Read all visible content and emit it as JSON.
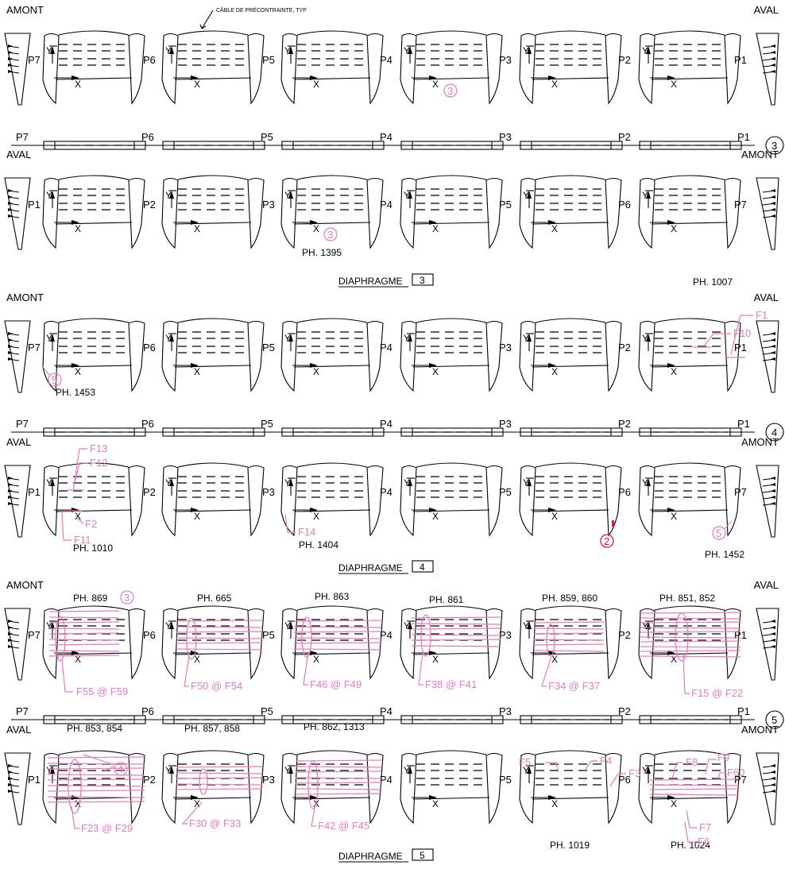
{
  "note_cable": "CÂBLE DE PRÉCONTRAINTE, TYP",
  "rows": [
    {
      "left": "AMONT",
      "right": "AVAL",
      "piers": [
        "P7",
        "P6",
        "P5",
        "P4",
        "P3",
        "P2",
        "P1"
      ]
    },
    {
      "left": "AVAL",
      "right": "AMONT",
      "piers": [
        "P1",
        "P2",
        "P3",
        "P4",
        "P5",
        "P6",
        "P7"
      ]
    },
    {
      "left": "AMONT",
      "right": "AVAL",
      "piers": [
        "P7",
        "P6",
        "P5",
        "P4",
        "P3",
        "P2",
        "P1"
      ]
    },
    {
      "left": "AVAL",
      "right": "AMONT",
      "piers": [
        "P1",
        "P2",
        "P3",
        "P4",
        "P5",
        "P6",
        "P7"
      ]
    },
    {
      "left": "AMONT",
      "right": "AVAL",
      "piers": [
        "P7",
        "P6",
        "P5",
        "P4",
        "P3",
        "P2",
        "P1"
      ]
    },
    {
      "left": "AVAL",
      "right": "AMONT",
      "piers": [
        "P1",
        "P2",
        "P3",
        "P4",
        "P5",
        "P6",
        "P7"
      ]
    }
  ],
  "plans": [
    {
      "piers": [
        "P7",
        "P6",
        "P5",
        "P4",
        "P3",
        "P2",
        "P1"
      ],
      "marker": "3"
    },
    {
      "piers": [
        "P7",
        "P6",
        "P5",
        "P4",
        "P3",
        "P2",
        "P1"
      ],
      "marker": "4"
    },
    {
      "piers": [
        "P7",
        "P6",
        "P5",
        "P4",
        "P3",
        "P2",
        "P1"
      ],
      "marker": "5"
    }
  ],
  "axis": {
    "x": "X",
    "y": "Y"
  },
  "sections": [
    {
      "label": "DIAPHRAGME",
      "number": "3"
    },
    {
      "label": "DIAPHRAGME",
      "number": "4"
    },
    {
      "label": "DIAPHRAGME",
      "number": "5"
    }
  ],
  "photo_labels": [
    "PH. 1395",
    "PH. 1007",
    "PH. 1453",
    "PH. 1010",
    "PH. 1404",
    "PH. 1452",
    "PH. 869",
    "PH. 665",
    "PH. 863",
    "PH. 861",
    "PH. 859, 860",
    "PH. 851, 852",
    "PH. 853, 854",
    "PH. 857, 858",
    "PH. 862, 1313",
    "PH. 1019",
    "PH. 1024"
  ],
  "crack_labels": [
    "F10",
    "F1",
    "F13",
    "F12",
    "F2",
    "F11",
    "F14",
    "F55 @ F59",
    "F50 @ F54",
    "F46 @ F49",
    "F38 @ F41",
    "F34 @ F37",
    "F15 @ F22",
    "F5",
    "F4",
    "F3",
    "F8",
    "F9",
    "F60",
    "F7",
    "F6",
    "F23 @ F29",
    "F30 @ F33",
    "F42 @ F45"
  ],
  "circle_tags": [
    "3",
    "3",
    "5",
    "2",
    "5",
    "3",
    "4"
  ],
  "colors": {
    "ink": "#000000",
    "markup": "#e67bbd",
    "alert": "#e0105a"
  }
}
